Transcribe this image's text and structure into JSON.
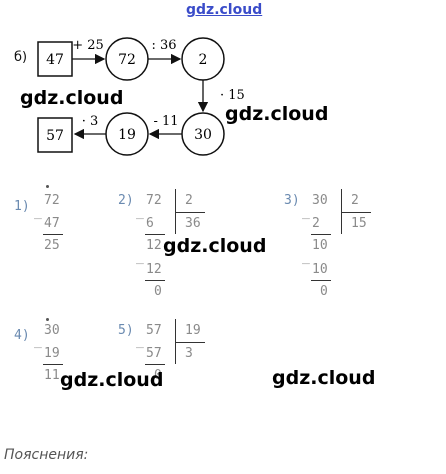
{
  "watermark_top": "gdz.cloud",
  "watermarks": [
    "gdz.cloud",
    "gdz.cloud",
    "gdz.cloud",
    "gdz.cloud",
    "gdz.cloud"
  ],
  "diagram": {
    "label": "б)",
    "start": "47",
    "n2": "72",
    "n3": "2",
    "n4": "30",
    "n5": "19",
    "end": "57",
    "op1": "+ 25",
    "op2": ": 36",
    "op3": "· 15",
    "op4": "- 11",
    "op5": "· 3"
  },
  "calc1": {
    "label": "1)",
    "a": "72",
    "b": "47",
    "r": "25"
  },
  "calc2": {
    "label": "2)",
    "dividend": "72",
    "divisor": "2",
    "quotient": "36",
    "s1": "6",
    "r1": "12",
    "s2": "12",
    "r2": "0"
  },
  "calc3": {
    "label": "3)",
    "dividend": "30",
    "divisor": "2",
    "quotient": "15",
    "s1": "2",
    "r1": "10",
    "s2": "10",
    "r2": "0"
  },
  "calc4": {
    "label": "4)",
    "a": "30",
    "b": "19",
    "r": "11"
  },
  "calc5": {
    "label": "5)",
    "dividend": "57",
    "divisor": "19",
    "quotient": "3",
    "s1": "57",
    "r1": "0"
  },
  "footer": "Пояснения:"
}
